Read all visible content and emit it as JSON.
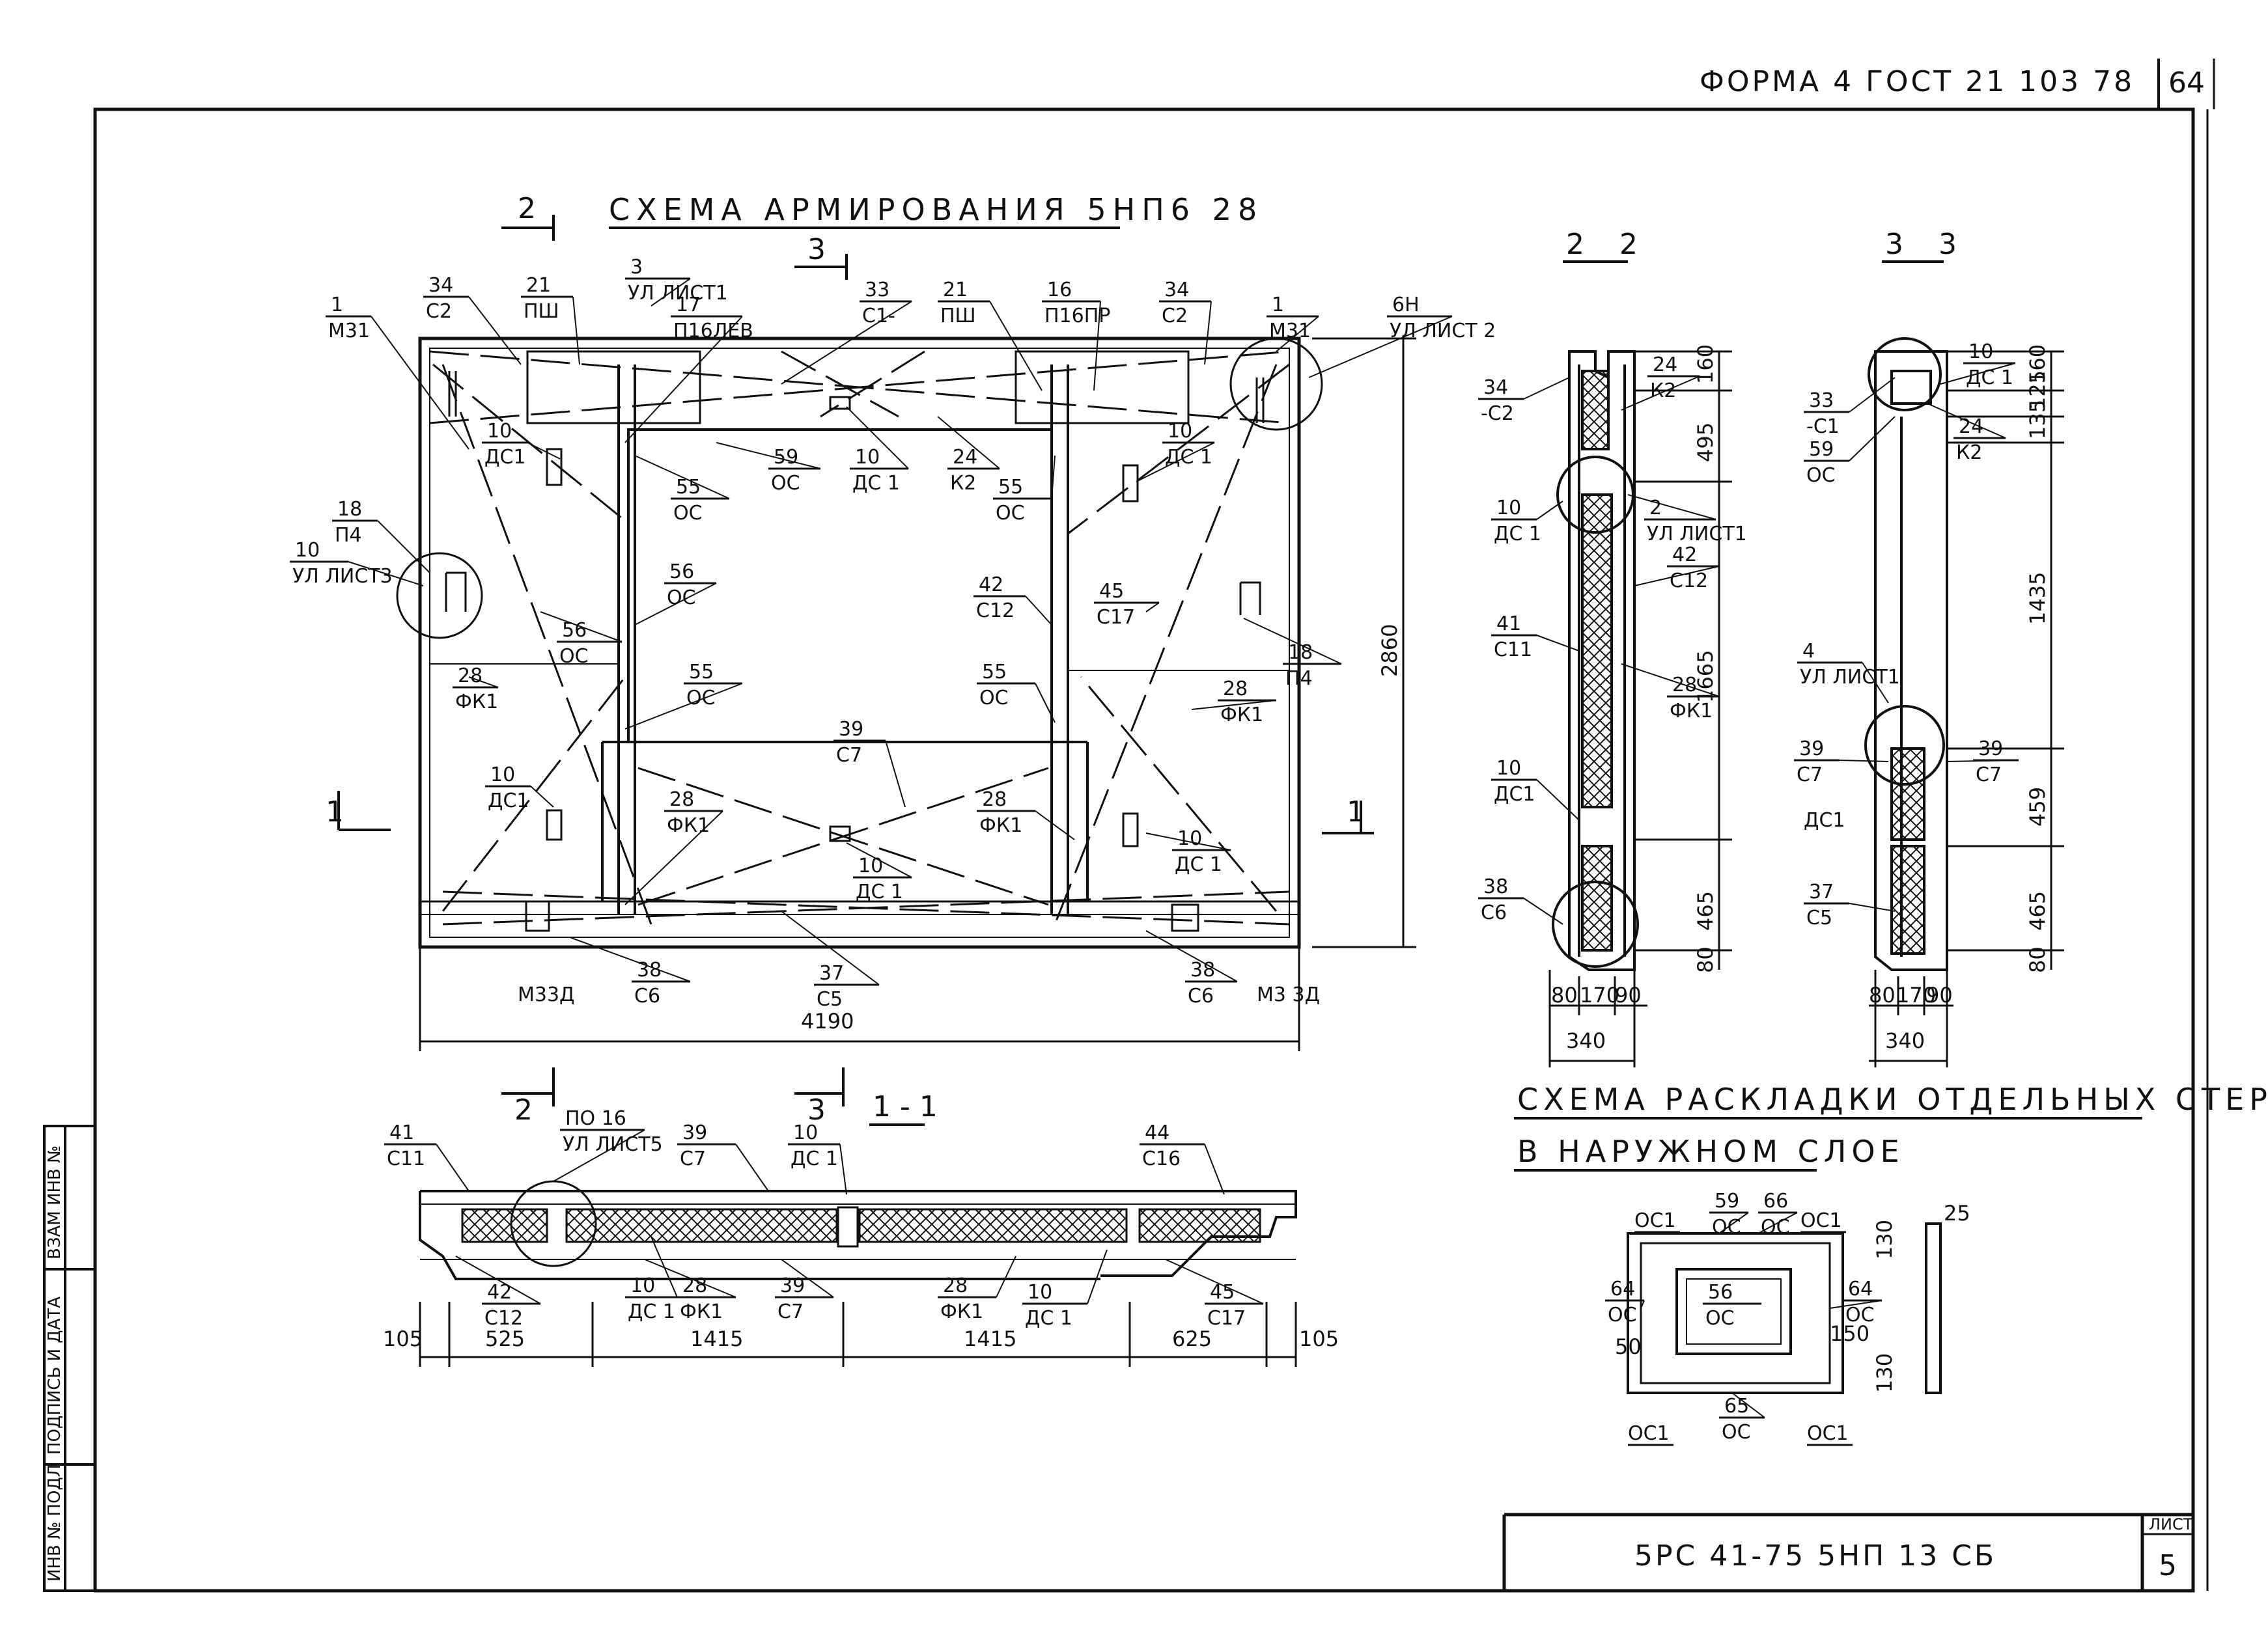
{
  "header": {
    "form": "ФОРМА 4 ГОСТ 21 103 78",
    "page_no": "64"
  },
  "side_stamp": {
    "inv_podl": "ИНВ № ПОДЛ",
    "podpis_data": "ПОДПИСЬ И ДАТА",
    "vzam_inv": "ВЗАМ ИНВ №"
  },
  "main_view": {
    "title": "СХЕМА АРМИРОВАНИЯ 5НП6 28",
    "section_marks": [
      "2",
      "3",
      "1"
    ],
    "labels": [
      {
        "id": "m31-left",
        "top": "1",
        "bot": "М31"
      },
      {
        "id": "c2-left",
        "top": "34",
        "bot": "С2"
      },
      {
        "id": "psh-left",
        "top": "21",
        "bot": "ПШ"
      },
      {
        "id": "ulist1-top",
        "top": "3",
        "bot": "УЛ ЛИСТ1"
      },
      {
        "id": "p16lev",
        "top": "17",
        "bot": "П16ЛЕВ"
      },
      {
        "id": "c1-top",
        "top": "33",
        "bot": "С1-"
      },
      {
        "id": "psh-right",
        "top": "21",
        "bot": "ПШ"
      },
      {
        "id": "p16pr",
        "top": "16",
        "bot": "П16ПР"
      },
      {
        "id": "c2-right",
        "top": "34",
        "bot": "С2"
      },
      {
        "id": "m31-right",
        "top": "1",
        "bot": "М31"
      },
      {
        "id": "ulist2",
        "top": "6Н",
        "bot": "УЛ ЛИСТ 2"
      },
      {
        "id": "ds1-ul",
        "top": "10",
        "bot": "ДС1"
      },
      {
        "id": "oc59",
        "top": "59",
        "bot": "ОС"
      },
      {
        "id": "ds1-top",
        "top": "10",
        "bot": "ДС 1"
      },
      {
        "id": "k2-top",
        "top": "24",
        "bot": "К2"
      },
      {
        "id": "oc55-r",
        "top": "55",
        "bot": "ОС"
      },
      {
        "id": "ds1-ur",
        "top": "10",
        "bot": "ДС 1"
      },
      {
        "id": "oc55-l",
        "top": "55",
        "bot": "ОС"
      },
      {
        "id": "p4-left",
        "top": "18",
        "bot": "П4"
      },
      {
        "id": "ulist3",
        "top": "10",
        "bot": "УЛ ЛИСТ3"
      },
      {
        "id": "oc56-l",
        "top": "56",
        "bot": "ОС"
      },
      {
        "id": "c12-main",
        "top": "42",
        "bot": "С12"
      },
      {
        "id": "oc56-r",
        "top": "56",
        "bot": "ОС"
      },
      {
        "id": "c17-main",
        "top": "45",
        "bot": "С17"
      },
      {
        "id": "p4-right",
        "top": "18",
        "bot": "П4"
      },
      {
        "id": "fk1-ul",
        "top": "28",
        "bot": "ФК1"
      },
      {
        "id": "oc55-ml",
        "top": "55",
        "bot": "ОС"
      },
      {
        "id": "oc55-mr",
        "top": "55",
        "bot": "ОС"
      },
      {
        "id": "fk1-ur",
        "top": "28",
        "bot": "ФК1"
      },
      {
        "id": "ds1-ll",
        "top": "10",
        "bot": "ДС1"
      },
      {
        "id": "c7-main",
        "top": "39",
        "bot": "С7"
      },
      {
        "id": "fk1-ml",
        "top": "28",
        "bot": "ФК1"
      },
      {
        "id": "fk1-mr",
        "top": "28",
        "bot": "ФК1"
      },
      {
        "id": "ds1-mid",
        "top": "10",
        "bot": "ДС 1"
      },
      {
        "id": "ds1-lr",
        "top": "10",
        "bot": "ДС 1"
      },
      {
        "id": "c6-left",
        "top": "38",
        "bot": "С6"
      },
      {
        "id": "c5-main",
        "top": "37",
        "bot": "С5"
      },
      {
        "id": "c6-right",
        "top": "38",
        "bot": "С6"
      }
    ],
    "m33d_left": "М33Д",
    "m33d_right": "М3 3Д",
    "dim_width": "4190",
    "dim_height": "2860"
  },
  "section_1_1": {
    "title": "1 - 1",
    "marks": [
      "2",
      "3"
    ],
    "labels": [
      {
        "id": "c11",
        "top": "41",
        "bot": "С11"
      },
      {
        "id": "ulist5",
        "top": "ПО 16",
        "bot": "УЛ ЛИСТ5"
      },
      {
        "id": "c7-s",
        "top": "39",
        "bot": "С7"
      },
      {
        "id": "ds1-s",
        "top": "10",
        "bot": "ДС 1"
      },
      {
        "id": "c16",
        "top": "44",
        "bot": "С16"
      },
      {
        "id": "c12-s",
        "top": "42",
        "bot": "С12"
      },
      {
        "id": "ds1-s2",
        "top": "10",
        "bot": "ДС 1"
      },
      {
        "id": "fk1-s",
        "top": "28",
        "bot": "ФК1"
      },
      {
        "id": "c7-s2",
        "top": "39",
        "bot": "С7"
      },
      {
        "id": "fk1-s2",
        "top": "28",
        "bot": "ФК1"
      },
      {
        "id": "ds1-s3",
        "top": "10",
        "bot": "ДС 1"
      },
      {
        "id": "c17-s",
        "top": "45",
        "bot": "С17"
      }
    ],
    "dims": [
      "105",
      "525",
      "1415",
      "1415",
      "625",
      "105"
    ]
  },
  "section_2_2": {
    "title": "2 2",
    "labels": [
      {
        "id": "c2",
        "top": "34",
        "bot": "-С2"
      },
      {
        "id": "k2",
        "top": "24",
        "bot": "К2"
      },
      {
        "id": "ds1-a",
        "top": "10",
        "bot": "ДС 1"
      },
      {
        "id": "ulist1",
        "top": "2",
        "bot": "УЛ ЛИСТ1"
      },
      {
        "id": "c12",
        "top": "42",
        "bot": "С12"
      },
      {
        "id": "c11",
        "top": "41",
        "bot": "С11"
      },
      {
        "id": "fk1",
        "top": "28",
        "bot": "ФК1"
      },
      {
        "id": "ds1-b",
        "top": "10",
        "bot": "ДС1"
      },
      {
        "id": "c6",
        "top": "38",
        "bot": "С6"
      }
    ],
    "vdims": [
      "160",
      "495",
      "1665",
      "465",
      "80"
    ],
    "hdims": [
      "80",
      "170",
      "90"
    ],
    "total": "340"
  },
  "section_3_3": {
    "title": "3 3",
    "labels": [
      {
        "id": "c1",
        "top": "33",
        "bot": "-С1"
      },
      {
        "id": "ds1",
        "top": "10",
        "bot": "ДС 1"
      },
      {
        "id": "oc59",
        "top": "59",
        "bot": "ОС"
      },
      {
        "id": "k2",
        "top": "24",
        "bot": "К2"
      },
      {
        "id": "ulist1",
        "top": "4",
        "bot": "УЛ ЛИСТ1"
      },
      {
        "id": "c7-l",
        "top": "39",
        "bot": "С7"
      },
      {
        "id": "c7-r",
        "top": "39",
        "bot": "С7"
      },
      {
        "id": "c5",
        "top": "37",
        "bot": "С5"
      }
    ],
    "ds1_plain": "ДС1",
    "vdims": [
      "160",
      "125",
      "135",
      "1435",
      "459",
      "465",
      "80"
    ],
    "hdims": [
      "80",
      "170",
      "90"
    ],
    "total": "340"
  },
  "layout_scheme": {
    "title_line1": "СХЕМА РАСКЛАДКИ ОТДЕЛЬНЫХ СТЕРЖНЕЙ",
    "title_line2": "В НАРУЖНОМ СЛОЕ",
    "labels": [
      {
        "id": "oc1-tl",
        "text": "ОС1"
      },
      {
        "id": "oc59",
        "top": "59",
        "bot": "ОС"
      },
      {
        "id": "oc66",
        "top": "66",
        "bot": "ОС"
      },
      {
        "id": "oc1-tr",
        "text": "ОС1"
      },
      {
        "id": "oc64-l",
        "top": "64",
        "bot": "ОС"
      },
      {
        "id": "oc56",
        "top": "56",
        "bot": "ОС"
      },
      {
        "id": "oc64-r",
        "top": "64",
        "bot": "ОС"
      },
      {
        "id": "oc65",
        "top": "65",
        "bot": "ОС"
      },
      {
        "id": "oc1-bl",
        "text": "ОС1"
      },
      {
        "id": "oc1-br",
        "text": "ОС1"
      }
    ],
    "dims": [
      "50",
      "150",
      "130",
      "130",
      "25"
    ]
  },
  "title_block": {
    "code": "5РС 41-75   5НП 13 СБ",
    "sheet_label": "ЛИСТ",
    "sheet_no": "5"
  }
}
